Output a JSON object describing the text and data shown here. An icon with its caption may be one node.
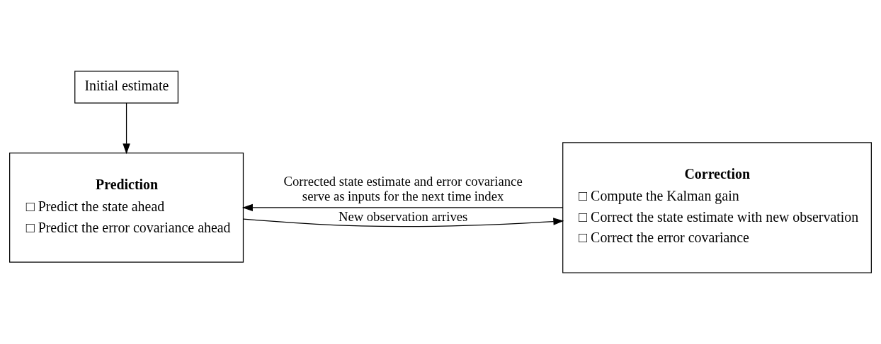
{
  "diagram": {
    "nodes": [
      {
        "text": [
          "Initial estimate"
        ]
      },
      {
        "text": [
          "Prediction",
          "□ Predict the state ahead",
          "□ Predict the error covariance ahead"
        ]
      },
      {
        "text": [
          "Correction",
          "□ Compute the Kalman gain",
          "□ Correct the state estimate with new observation",
          "□ Correct the error covariance"
        ]
      }
    ],
    "edges": [
      {
        "from": 0,
        "to": 1,
        "arrow": "to"
      },
      {
        "from": 1,
        "to": 2,
        "arrow": "to",
        "label": "New observation arrives"
      },
      {
        "from": 2,
        "to": 1,
        "arrow": "to",
        "label": "Corrected state estimate and error covariance serve as inputs for the next time index"
      }
    ]
  }
}
